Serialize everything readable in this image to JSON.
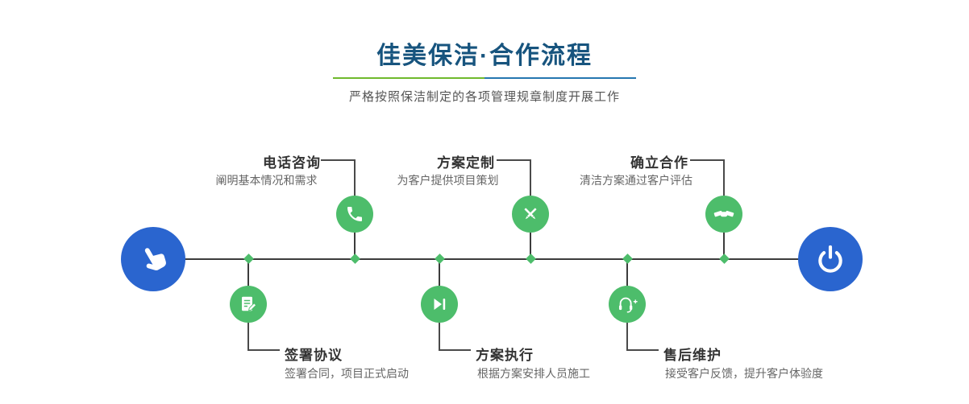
{
  "header": {
    "title": "佳美保洁·合作流程",
    "subtitle": "严格按照保洁制定的各项管理规章制度开展工作"
  },
  "colors": {
    "title_blue": "#17547e",
    "accent_green": "#4dbd6b",
    "accent_blue": "#2a65cf",
    "divider_green": "#6fb92c",
    "divider_blue": "#2577b0"
  },
  "timeline": {
    "start_icon": "hand-pointer-icon",
    "end_icon": "power-icon",
    "steps_top": [
      {
        "title": "电话咨询",
        "desc": "阐明基本情况和需求",
        "icon": "phone-icon"
      },
      {
        "title": "方案定制",
        "desc": "为客户提供项目策划",
        "icon": "pencils-icon"
      },
      {
        "title": "确立合作",
        "desc": "清洁方案通过客户评估",
        "icon": "handshake-icon"
      }
    ],
    "steps_bottom": [
      {
        "title": "签署协议",
        "desc": "签署合同，项目正式启动",
        "icon": "document-sign-icon"
      },
      {
        "title": "方案执行",
        "desc": "根据方案安排人员施工",
        "icon": "play-next-icon"
      },
      {
        "title": "售后维护",
        "desc": "接受客户反馈，提升客户体验度",
        "icon": "headset-plus-icon"
      }
    ]
  }
}
